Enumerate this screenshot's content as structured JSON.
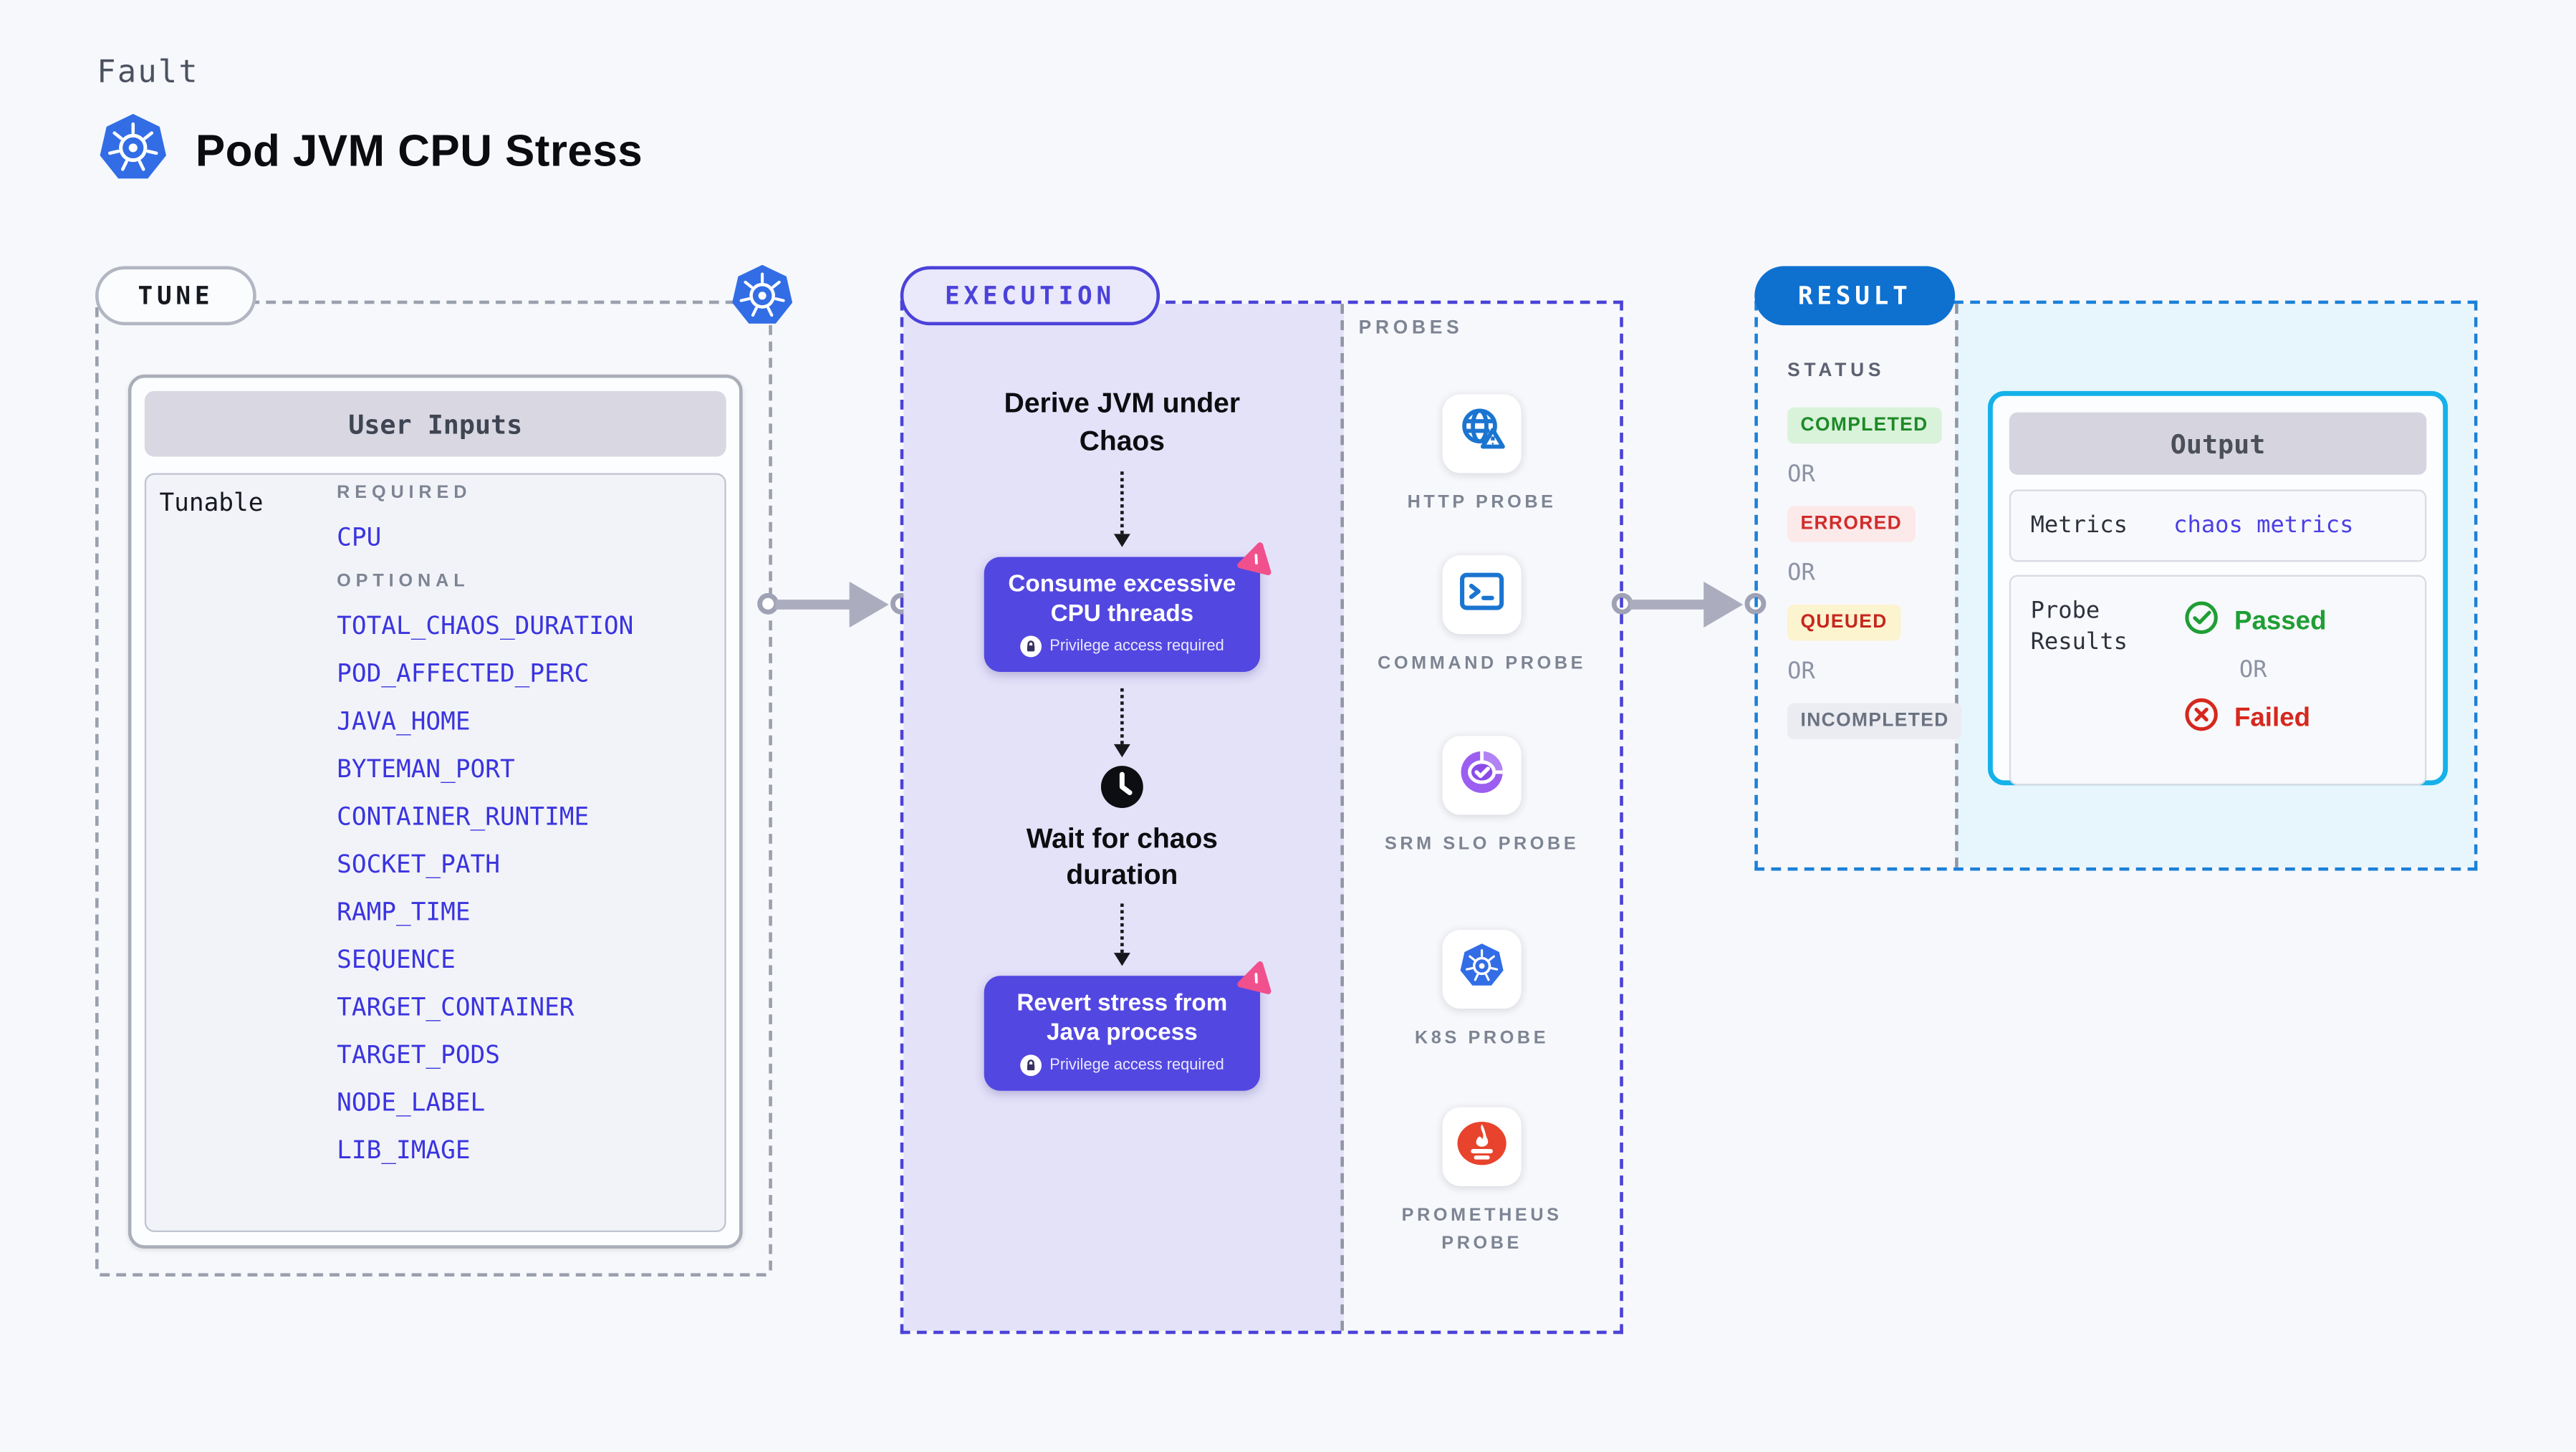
{
  "header": {
    "kicker": "Fault",
    "title": "Pod JVM CPU Stress"
  },
  "tune": {
    "badge": "TUNE",
    "user_inputs": {
      "title": "User Inputs",
      "row_label": "Tunable",
      "required_label": "REQUIRED",
      "optional_label": "OPTIONAL",
      "required": [
        "CPU"
      ],
      "optional": [
        "TOTAL_CHAOS_DURATION",
        "POD_AFFECTED_PERC",
        "JAVA_HOME",
        "BYTEMAN_PORT",
        "CONTAINER_RUNTIME",
        "SOCKET_PATH",
        "RAMP_TIME",
        "SEQUENCE",
        "TARGET_CONTAINER",
        "TARGET_PODS",
        "NODE_LABEL",
        "LIB_IMAGE"
      ]
    }
  },
  "execution": {
    "badge": "EXECUTION",
    "steps": {
      "derive": "Derive JVM under Chaos",
      "consume": "Consume excessive CPU threads",
      "wait": "Wait for chaos duration",
      "revert": "Revert stress from Java process"
    },
    "privilege_note": "Privilege access required"
  },
  "probes": {
    "heading": "PROBES",
    "items": [
      {
        "label": "HTTP PROBE",
        "icon": "globe-alert-icon"
      },
      {
        "label": "COMMAND PROBE",
        "icon": "terminal-icon"
      },
      {
        "label": "SRM SLO PROBE",
        "icon": "slo-pie-icon"
      },
      {
        "label": "K8S PROBE",
        "icon": "kubernetes-icon"
      },
      {
        "label": "PROMETHEUS PROBE",
        "icon": "prometheus-icon"
      }
    ]
  },
  "result": {
    "badge": "RESULT",
    "status": {
      "heading": "STATUS",
      "or_label": "OR",
      "badges": [
        {
          "label": "COMPLETED",
          "bg": "#d9f2da",
          "color": "#1d8a27"
        },
        {
          "label": "ERRORED",
          "bg": "#fce9e9",
          "color": "#d12c2c"
        },
        {
          "label": "QUEUED",
          "bg": "#fcf3cf",
          "color": "#c6271f"
        },
        {
          "label": "INCOMPLETED",
          "bg": "#ebecf1",
          "color": "#6a7180"
        }
      ]
    },
    "output": {
      "title": "Output",
      "metrics_label": "Metrics",
      "metrics_value": "chaos metrics",
      "probe_results_label": "Probe Results",
      "passed": "Passed",
      "or_label": "OR",
      "failed": "Failed"
    }
  },
  "colors": {
    "page_bg": "#f7f8fb",
    "accent_indigo": "#4b42d9",
    "chaos_purple": "#5347e1",
    "param_blue": "#3a34df",
    "result_blue": "#0e71d0",
    "output_cyan": "#15b1e9",
    "cyan_bg": "#e7f6fc",
    "lavender_bg": "#e4e2f9",
    "pink": "#f0518c",
    "k8s_blue": "#326de6",
    "prometheus_orange": "#e8432d",
    "srm_purple": "#9b5ef0",
    "passed_green": "#1f9e34",
    "failed_red": "#d6281e"
  }
}
